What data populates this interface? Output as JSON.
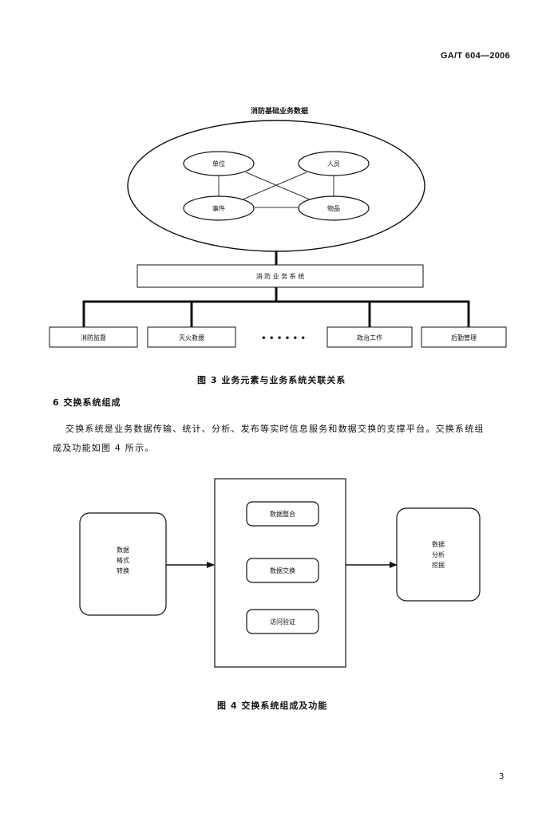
{
  "header": {
    "standard_code": "GA/T 604—2006"
  },
  "figure3": {
    "ellipse_label": "消防基础业务数据",
    "elements": {
      "unit": "单位",
      "personnel": "人员",
      "event": "事件",
      "goods": "物品"
    },
    "system_label": "消 防 业 务 系 统",
    "ellipsis": "• • • • • •",
    "subsystems": [
      "消防监督",
      "灭火救援",
      "政治工作",
      "后勤管理"
    ],
    "caption": "图 3  业务元素与业务系统关联关系"
  },
  "section6": {
    "title": "6  交换系统组成",
    "paragraph_line1": "交换系统是业务数据传输、统计、分析、发布等实时信息服务和数据交换的支撑平台。交换系统组",
    "paragraph_line2": "成及功能如图 4 所示。"
  },
  "figure4": {
    "left_box": [
      "数据",
      "格式",
      "转换"
    ],
    "center_items": [
      "数据整合",
      "数据交换",
      "访问验证"
    ],
    "right_box": [
      "数据",
      "分析",
      "挖掘"
    ],
    "caption": "图 4  交换系统组成及功能"
  },
  "footer": {
    "page_number": "3"
  }
}
